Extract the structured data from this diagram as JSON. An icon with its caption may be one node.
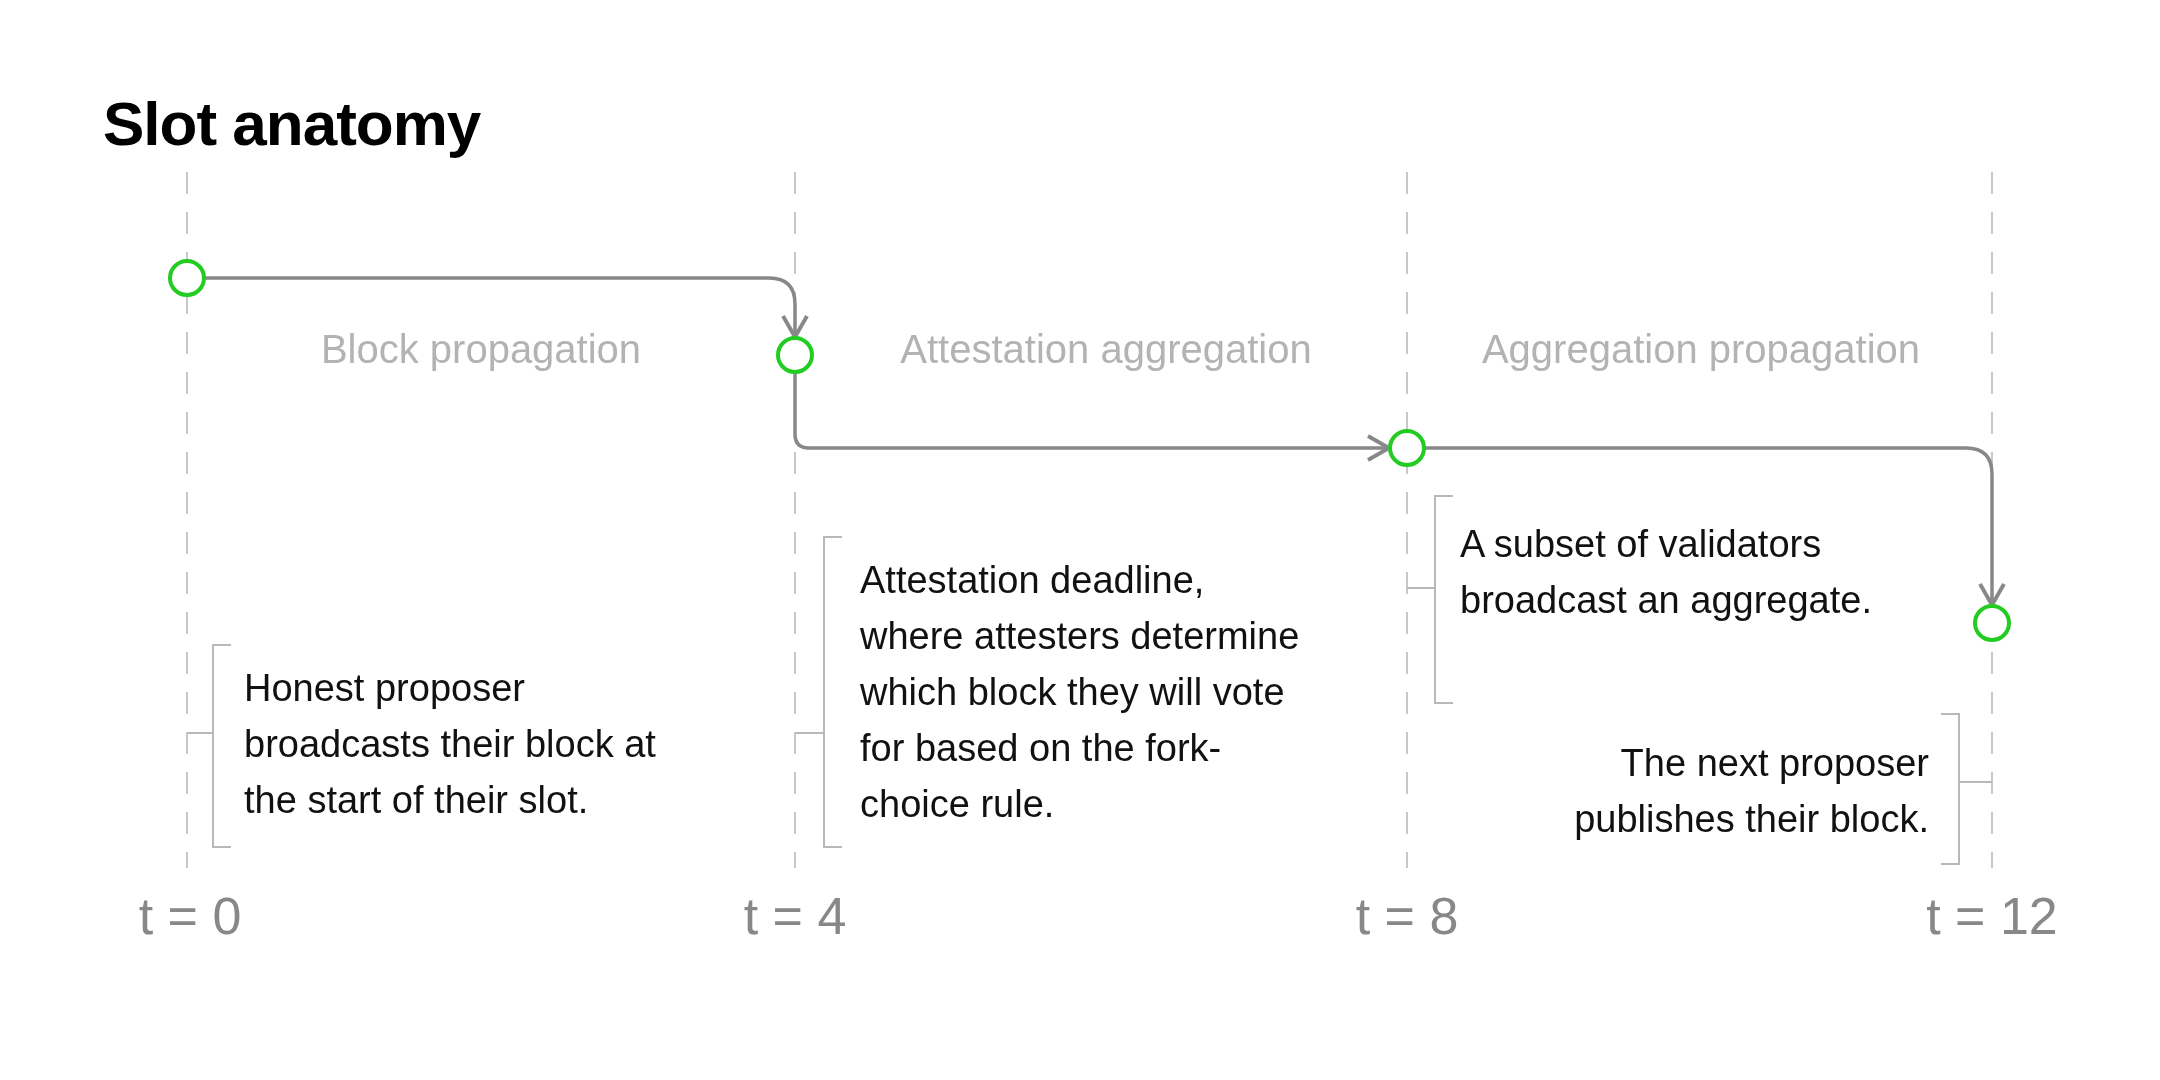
{
  "diagram": {
    "title": "Slot anatomy",
    "nodes": [
      {
        "text": [],
        "shape": "circle"
      },
      {
        "text": [],
        "shape": "circle"
      },
      {
        "text": [],
        "shape": "circle"
      },
      {
        "text": [],
        "shape": "circle"
      }
    ],
    "edges": [
      {
        "from": 0,
        "to": 1,
        "arrow": "to"
      },
      {
        "from": 1,
        "to": 2,
        "arrow": "to"
      },
      {
        "from": 2,
        "to": 3,
        "arrow": "to"
      }
    ],
    "labels": [
      "Block propagation",
      "Attestation aggregation",
      "Aggregation propagation",
      "Honest proposer broadcasts their block at the start of their slot.",
      "Attestation deadline, where attesters determine which block they will vote for based on the fork-choice rule.",
      "A subset of validators broadcast an aggregate.",
      "The next proposer publishes their block.",
      "t = 0",
      "t = 4",
      "t = 8",
      "t = 12"
    ]
  }
}
